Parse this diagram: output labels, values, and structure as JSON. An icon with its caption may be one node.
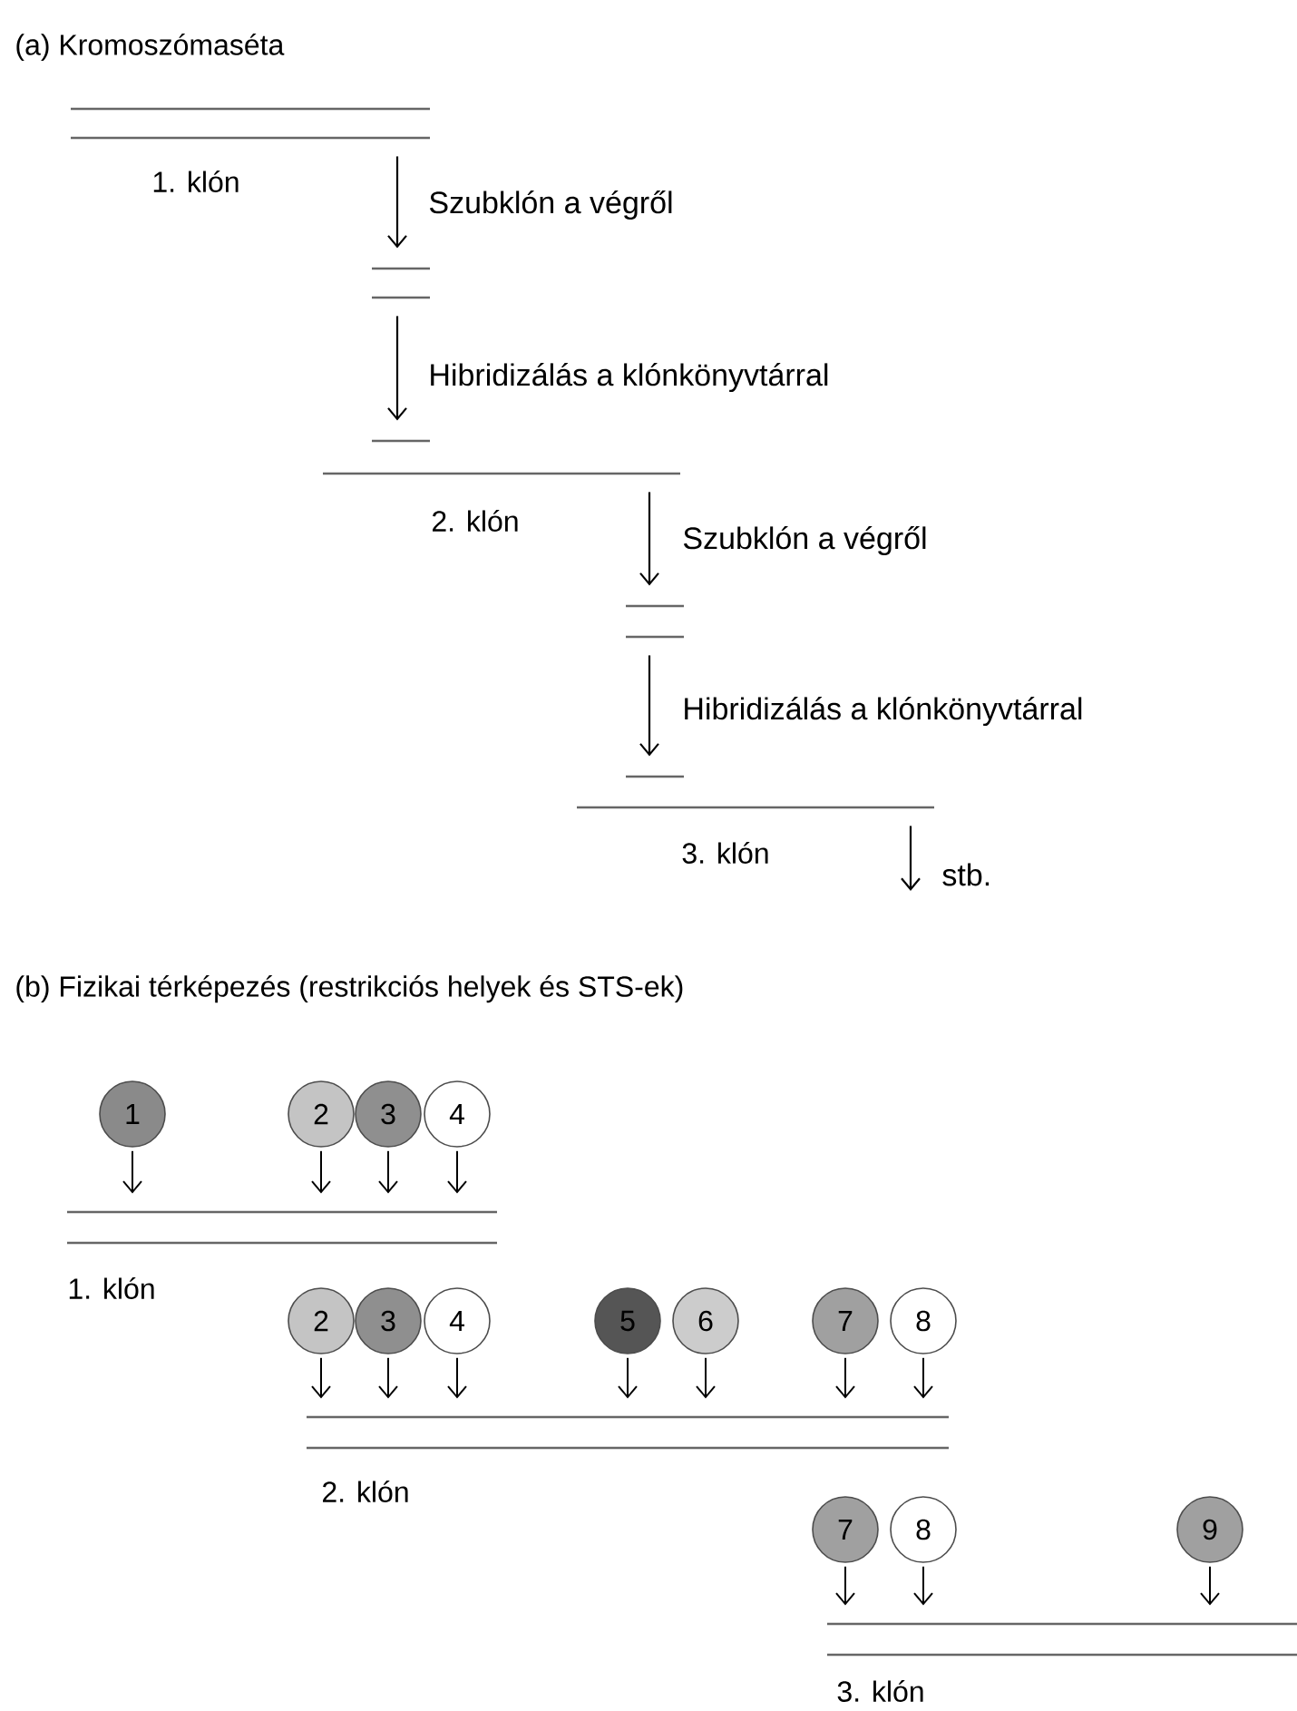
{
  "diagram": {
    "nodes": [
      {
        "text": [],
        "shape": "bar",
        "beside": [
          "1. klón"
        ]
      },
      {
        "text": [],
        "shape": "bar"
      },
      {
        "text": [],
        "shape": "bar",
        "beside": [
          "2. klón"
        ]
      },
      {
        "text": [],
        "shape": "bar"
      },
      {
        "text": [],
        "shape": "bar",
        "beside": [
          "3. klón"
        ]
      },
      {
        "text": [
          "1"
        ]
      },
      {
        "text": [
          "2"
        ]
      },
      {
        "text": [
          "3"
        ]
      },
      {
        "text": [
          "4"
        ]
      },
      {
        "text": [],
        "shape": "bar",
        "beside": [
          "1. klón"
        ]
      },
      {
        "text": [
          "2"
        ]
      },
      {
        "text": [
          "3"
        ]
      },
      {
        "text": [
          "4"
        ]
      },
      {
        "text": [
          "5"
        ]
      },
      {
        "text": [
          "6"
        ]
      },
      {
        "text": [
          "7"
        ]
      },
      {
        "text": [
          "8"
        ]
      },
      {
        "text": [],
        "shape": "bar",
        "beside": [
          "2. klón"
        ]
      },
      {
        "text": [
          "7"
        ]
      },
      {
        "text": [
          "8"
        ]
      },
      {
        "text": [
          "9"
        ]
      },
      {
        "text": [],
        "shape": "bar",
        "beside": [
          "3. klón"
        ]
      }
    ],
    "edges": [
      {
        "from": 0,
        "to": 1,
        "arrow": "to",
        "label": "Szubklón a végről"
      },
      {
        "from": 1,
        "to": 2,
        "arrow": "to",
        "label": "Hibridizálás a klónkönyvtárral"
      },
      {
        "from": 2,
        "to": 3,
        "arrow": "to",
        "label": "Szubklón a végről"
      },
      {
        "from": 3,
        "to": 4,
        "arrow": "to",
        "label": "Hibridizálás a klónkönyvtárral"
      },
      {
        "from": 4,
        "to": null,
        "arrow": "to",
        "label": "stb."
      },
      {
        "from": 5,
        "to": 9,
        "arrow": "to"
      },
      {
        "from": 6,
        "to": 9,
        "arrow": "to"
      },
      {
        "from": 7,
        "to": 9,
        "arrow": "to"
      },
      {
        "from": 8,
        "to": 9,
        "arrow": "to"
      },
      {
        "from": 10,
        "to": 17,
        "arrow": "to"
      },
      {
        "from": 11,
        "to": 17,
        "arrow": "to"
      },
      {
        "from": 12,
        "to": 17,
        "arrow": "to"
      },
      {
        "from": 13,
        "to": 17,
        "arrow": "to"
      },
      {
        "from": 14,
        "to": 17,
        "arrow": "to"
      },
      {
        "from": 15,
        "to": 17,
        "arrow": "to"
      },
      {
        "from": 16,
        "to": 17,
        "arrow": "to"
      },
      {
        "from": 18,
        "to": 21,
        "arrow": "to"
      },
      {
        "from": 19,
        "to": 21,
        "arrow": "to"
      },
      {
        "from": 20,
        "to": 21,
        "arrow": "to"
      }
    ],
    "labels": [
      "(a) Kromoszómaséta",
      "(b) Fizikai térképezés (restrikciós helyek és STS-ek)"
    ]
  }
}
